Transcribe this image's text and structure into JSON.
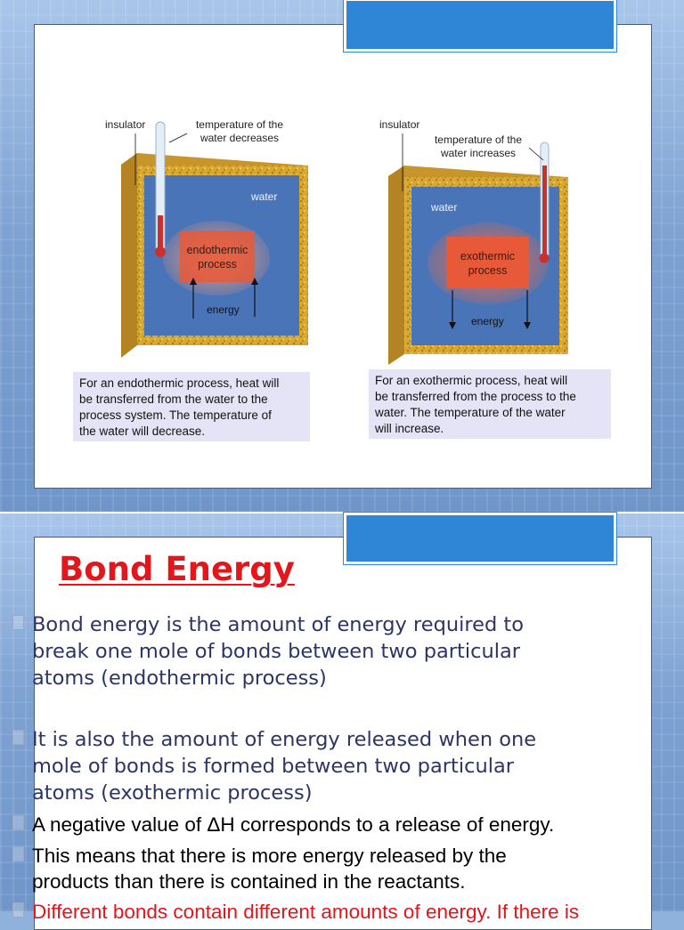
{
  "figure": {
    "left": {
      "insulator_label": "insulator",
      "temp_label_line1": "temperature of the",
      "temp_label_line2": "water decreases",
      "water_label": "water",
      "process_line1": "endothermic",
      "process_line2": "process",
      "energy_label": "energy",
      "caption_line1": "For an endothermic process, heat will",
      "caption_line2": "be transferred from the water to the",
      "caption_line3": "process system. The temperature of",
      "caption_line4": "the water will decrease."
    },
    "right": {
      "insulator_label": "insulator",
      "temp_label_line1": "temperature of the",
      "temp_label_line2": "water increases",
      "water_label": "water",
      "process_line1": "exothermic",
      "process_line2": "process",
      "energy_label": "energy",
      "caption_line1": "For an exothermic process, heat will",
      "caption_line2": "be transferred from the process to the",
      "caption_line3": "water. The temperature of the water",
      "caption_line4": "will increase."
    }
  },
  "slide2": {
    "title": "Bond Energy",
    "bullets": [
      {
        "lines": [
          "Bond energy is the amount of energy required to",
          "break one mole of bonds between two particular",
          "atoms (endothermic process)"
        ]
      },
      {
        "lines": [
          "It is also the amount of energy released when one",
          "mole of bonds is formed between two particular",
          "atoms (exothermic process)"
        ]
      },
      {
        "lines": [
          "A negative value of ΔH corresponds to a release of energy."
        ]
      },
      {
        "lines": [
          "This means that there is more energy released by the",
          "products than there is contained in the reactants."
        ]
      },
      {
        "lines": [
          "Different bonds contain different amounts of energy. If there is"
        ]
      }
    ]
  },
  "colors": {
    "header_blue": "#2f86d6",
    "title_red": "#e4161b",
    "body_navy": "#2c3566",
    "insulator_gold": "#d9a830",
    "water_blue": "#4a74b8",
    "process_orange": "#e8593a"
  }
}
